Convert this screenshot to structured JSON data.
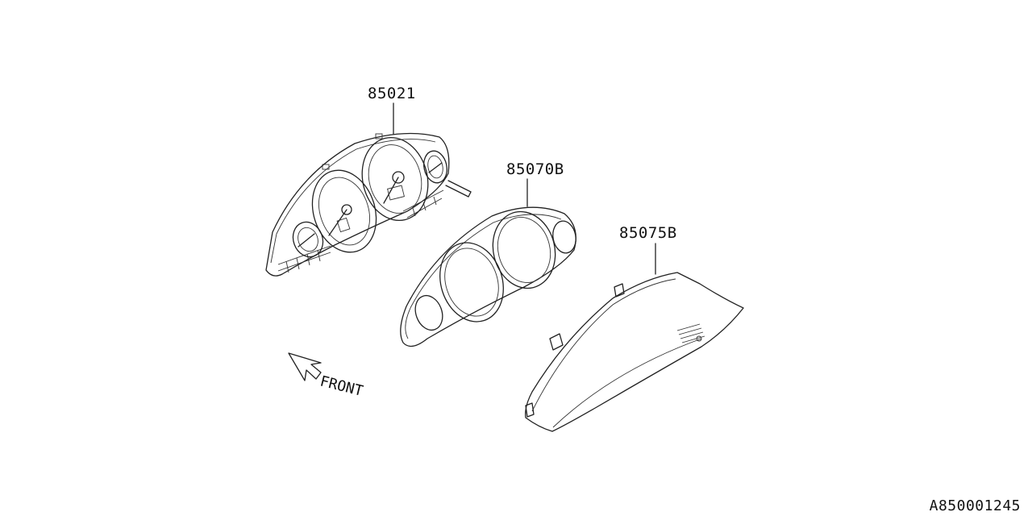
{
  "parts": [
    {
      "number": "85021"
    },
    {
      "number": "85070B"
    },
    {
      "number": "85075B"
    }
  ],
  "direction_label": "FRONT",
  "diagram_id": "A850001245"
}
